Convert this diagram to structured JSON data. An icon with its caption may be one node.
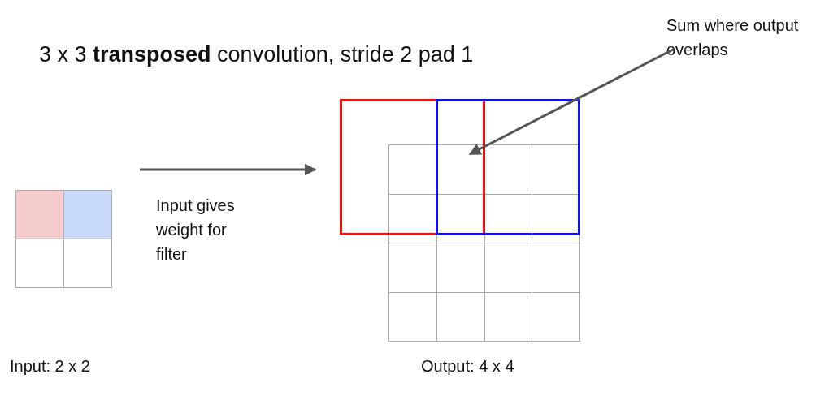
{
  "diagram": {
    "title": "3 x 3 **transposed** convolution, stride 2 pad 1",
    "nodes": [
      {
        "text": [],
        "shape": "box"
      },
      {
        "text": [],
        "shape": "box"
      },
      {
        "text": [],
        "shape": "box",
        "in": 1
      },
      {
        "text": [],
        "shape": "box",
        "in": 1
      },
      {
        "text": [
          "Sum where output overlaps"
        ]
      }
    ],
    "edges": [
      {
        "from": 0,
        "to": 1,
        "arrow": "to",
        "label": "Input gives weight for filter"
      },
      {
        "from": 4,
        "to": 1,
        "arrow": "to"
      }
    ],
    "labels": [
      "Input: 2 x 2",
      "Output: 4 x 4"
    ]
  }
}
